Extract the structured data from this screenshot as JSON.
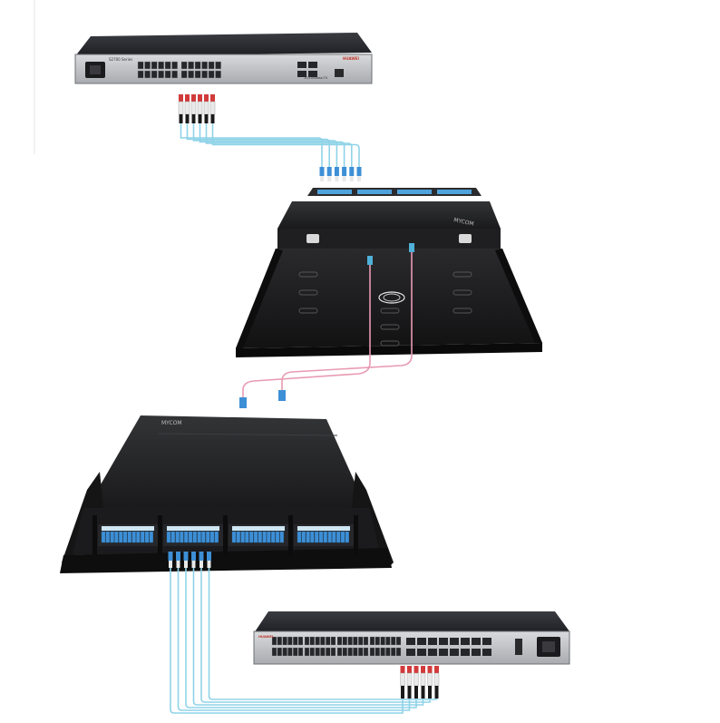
{
  "top_switch": {
    "brand": "HUAWEI",
    "model_label": "S2700 Series",
    "sub_label": "10/100Base-TX"
  },
  "middle_tray": {
    "brand": "MYCOM"
  },
  "patch_panel": {
    "brand": "MYCOM"
  },
  "bottom_switch": {
    "brand": "HUAWEI"
  },
  "colors": {
    "chassis_dark": "#2b2d31",
    "tray_black": "#1c1c1e",
    "fiber_aqua": "#8fd3e8",
    "fiber_pink": "#e89ab2",
    "lc_connector_blue": "#3d8fd6",
    "boot_red": "#d23b3b"
  }
}
